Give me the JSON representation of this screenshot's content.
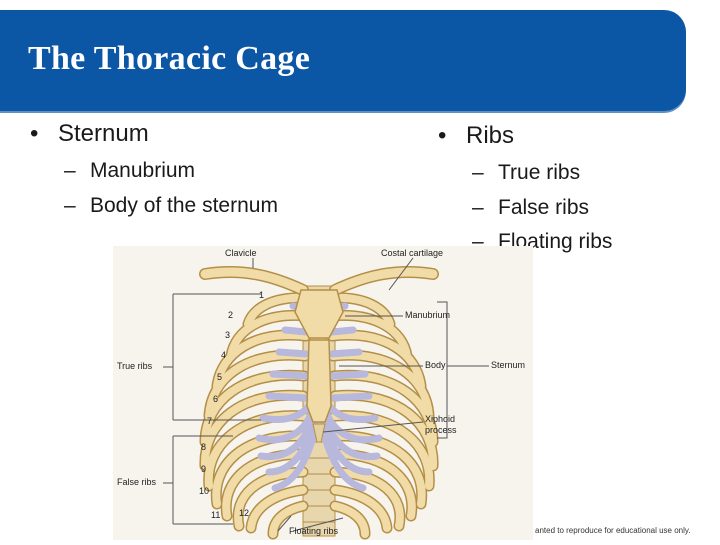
{
  "slide": {
    "title": "The Thoracic Cage",
    "left_bullet": "Sternum",
    "left_items": [
      "Manubrium",
      "Body of the sternum"
    ],
    "right_bullet": "Ribs",
    "right_items": [
      "True ribs",
      "False ribs",
      "Floating ribs"
    ],
    "bullet_glyph": "•",
    "dash_glyph": "–"
  },
  "figure": {
    "labels": {
      "clavicle": "Clavicle",
      "costal_cartilage": "Costal cartilage",
      "manubrium": "Manubrium",
      "body": "Body",
      "sternum": "Sternum",
      "xiphoid_1": "Xiphoid",
      "xiphoid_2": "process",
      "true_ribs": "True ribs",
      "false_ribs": "False ribs",
      "floating_ribs": "Floating ribs"
    },
    "rib_numbers": [
      "1",
      "2",
      "3",
      "4",
      "5",
      "6",
      "7",
      "8",
      "9",
      "10",
      "11",
      "12"
    ]
  },
  "footer": {
    "copyright_fragment": "anted to reproduce for educational use only."
  },
  "colors": {
    "title_bar": "#0b56a5",
    "bone": "#f1dca8",
    "bone_outline": "#b48f48",
    "cartilage": "#b8b8dc"
  }
}
